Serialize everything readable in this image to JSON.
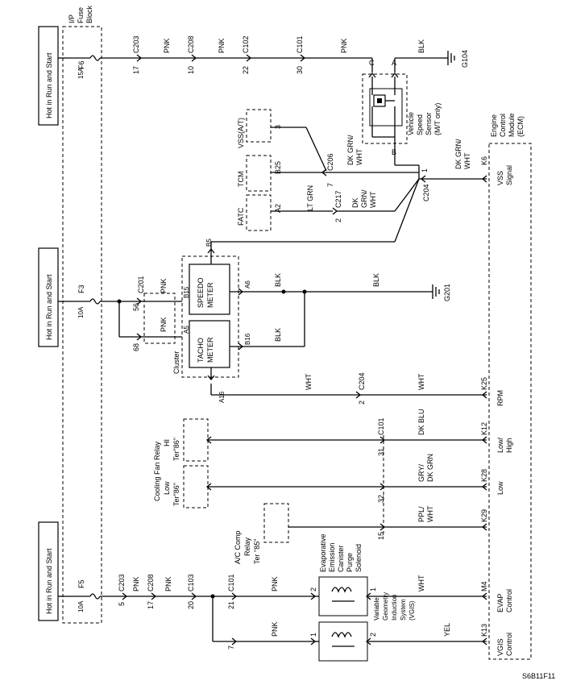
{
  "rails": {
    "hot1": "Hot in Run and Start",
    "hot2": "Hot in Run and Start",
    "hot3": "Hot in Run and Start"
  },
  "fuse_block": {
    "line1": "I/P",
    "line2": "Fuse",
    "line3": "Block"
  },
  "fuses": {
    "f6": {
      "name": "F6",
      "rating": "15A"
    },
    "f3": {
      "name": "F3",
      "rating": "10A"
    },
    "f5": {
      "name": "F5",
      "rating": "10A"
    }
  },
  "top_run": {
    "c203": {
      "pin": "17",
      "conn": "C203"
    },
    "c208": {
      "pin": "10",
      "conn": "C208"
    },
    "c102": {
      "pin": "22",
      "conn": "C102"
    },
    "c101": {
      "pin": "30",
      "conn": "C101"
    },
    "pnk1": "PNK",
    "pnk2": "PNK",
    "pnk3": "PNK",
    "blk": "BLK",
    "ground": "G104"
  },
  "vss_sensor": {
    "line1": "Vehicle",
    "line2": "Speed",
    "line3": "Sensor",
    "line4": "(M/T only)",
    "pin_c": "C",
    "pin_a": "A",
    "pin_b": "B"
  },
  "ecm": {
    "line1": "Engine",
    "line2": "Control",
    "line3": "Module",
    "line4": "(ECM)"
  },
  "vss_signal": {
    "wire": "DK GRN/",
    "wire2": "WHT",
    "wire_sensor": "DK GRN/",
    "wire_sensor2": "WHT",
    "pin": "K6",
    "label1": "VSS",
    "label2": "Signal",
    "c204_pin": "1",
    "c204": "C204"
  },
  "vss_at": {
    "name": "VSS(A/T)",
    "pin": "3",
    "c206": "C206",
    "c206_pin": "7"
  },
  "tcm": {
    "name": "TCM",
    "pin": "B25"
  },
  "fatc": {
    "name": "FATC",
    "pin": "A2",
    "wire": "LT GRN",
    "c217": "C217",
    "c217_pin": "2",
    "wire_out": "DK",
    "wire_out2": "GRN/",
    "wire_out3": "WHT"
  },
  "cluster": {
    "name": "Cluster",
    "speedo1": "SPEEDO",
    "speedo2": "METER",
    "tacho1": "TACHO",
    "tacho2": "METER",
    "pin_b5": "B5",
    "pin_b15": "B15",
    "pin_a5": "A5",
    "pin_a6": "A6",
    "pin_b16": "B16",
    "pin_a16": "A16",
    "c201": "C201",
    "c201_pin56": "56",
    "c201_pin68": "68",
    "pnk_a": "PNK",
    "pnk_b": "PNK",
    "blk_a6": "BLK",
    "blk_b16": "BLK",
    "blk_gnd": "BLK",
    "ground": "G201"
  },
  "rpm": {
    "wire1": "WHT",
    "wire2": "WHT",
    "c204": "C204",
    "c204_pin": "2",
    "pin": "K25",
    "label": "RPM"
  },
  "fan_hi": {
    "line1": "Cooling Fan Relay",
    "line2": "HI",
    "line3": "Ter\"86\"",
    "c101_pin": "31",
    "c101": "C101",
    "wire": "DK BLU",
    "pin": "K12",
    "label1": "Low/",
    "label2": "High"
  },
  "fan_low": {
    "line1": "Low",
    "line2": "Ter\"86\"",
    "c101_pin": "32",
    "wire1": "GRY/",
    "wire2": "DK GRN",
    "pin": "K28",
    "label": "Low"
  },
  "ac_comp": {
    "line1": "A/C Comp",
    "line2": "Relay",
    "line3": "Ter \"85\"",
    "c101_pin": "15",
    "wire1": "PPL/",
    "wire2": "WHT",
    "pin": "K29"
  },
  "bottom_run": {
    "c203": {
      "pin": "5",
      "conn": "C203"
    },
    "c208": {
      "pin": "17",
      "conn": "C208"
    },
    "c103": {
      "pin": "20",
      "conn": "C103"
    },
    "c101": {
      "pin": "21",
      "conn": "C101"
    },
    "c101_pin7": "7",
    "pnk1": "PNK",
    "pnk2": "PNK",
    "pnk3": "PNK",
    "pnk4": "PNK"
  },
  "evap": {
    "line1": "Evaporative",
    "line2": "Emission",
    "line3": "Canister",
    "line4": "Purge",
    "line5": "Solenoid",
    "pin2": "2",
    "pin1": "1",
    "wire": "WHT",
    "ecm_pin": "M4",
    "label1": "EVAP",
    "label2": "Control"
  },
  "vgis": {
    "line1": "Variable",
    "line2": "Geometry",
    "line3": "Induction",
    "line4": "System",
    "line5": "(VGIS)",
    "pin1": "1",
    "pin2": "2",
    "wire": "YEL",
    "ecm_pin": "K13",
    "label1": "VGIS",
    "label2": "Control"
  },
  "footer_code": "S6B11F11"
}
